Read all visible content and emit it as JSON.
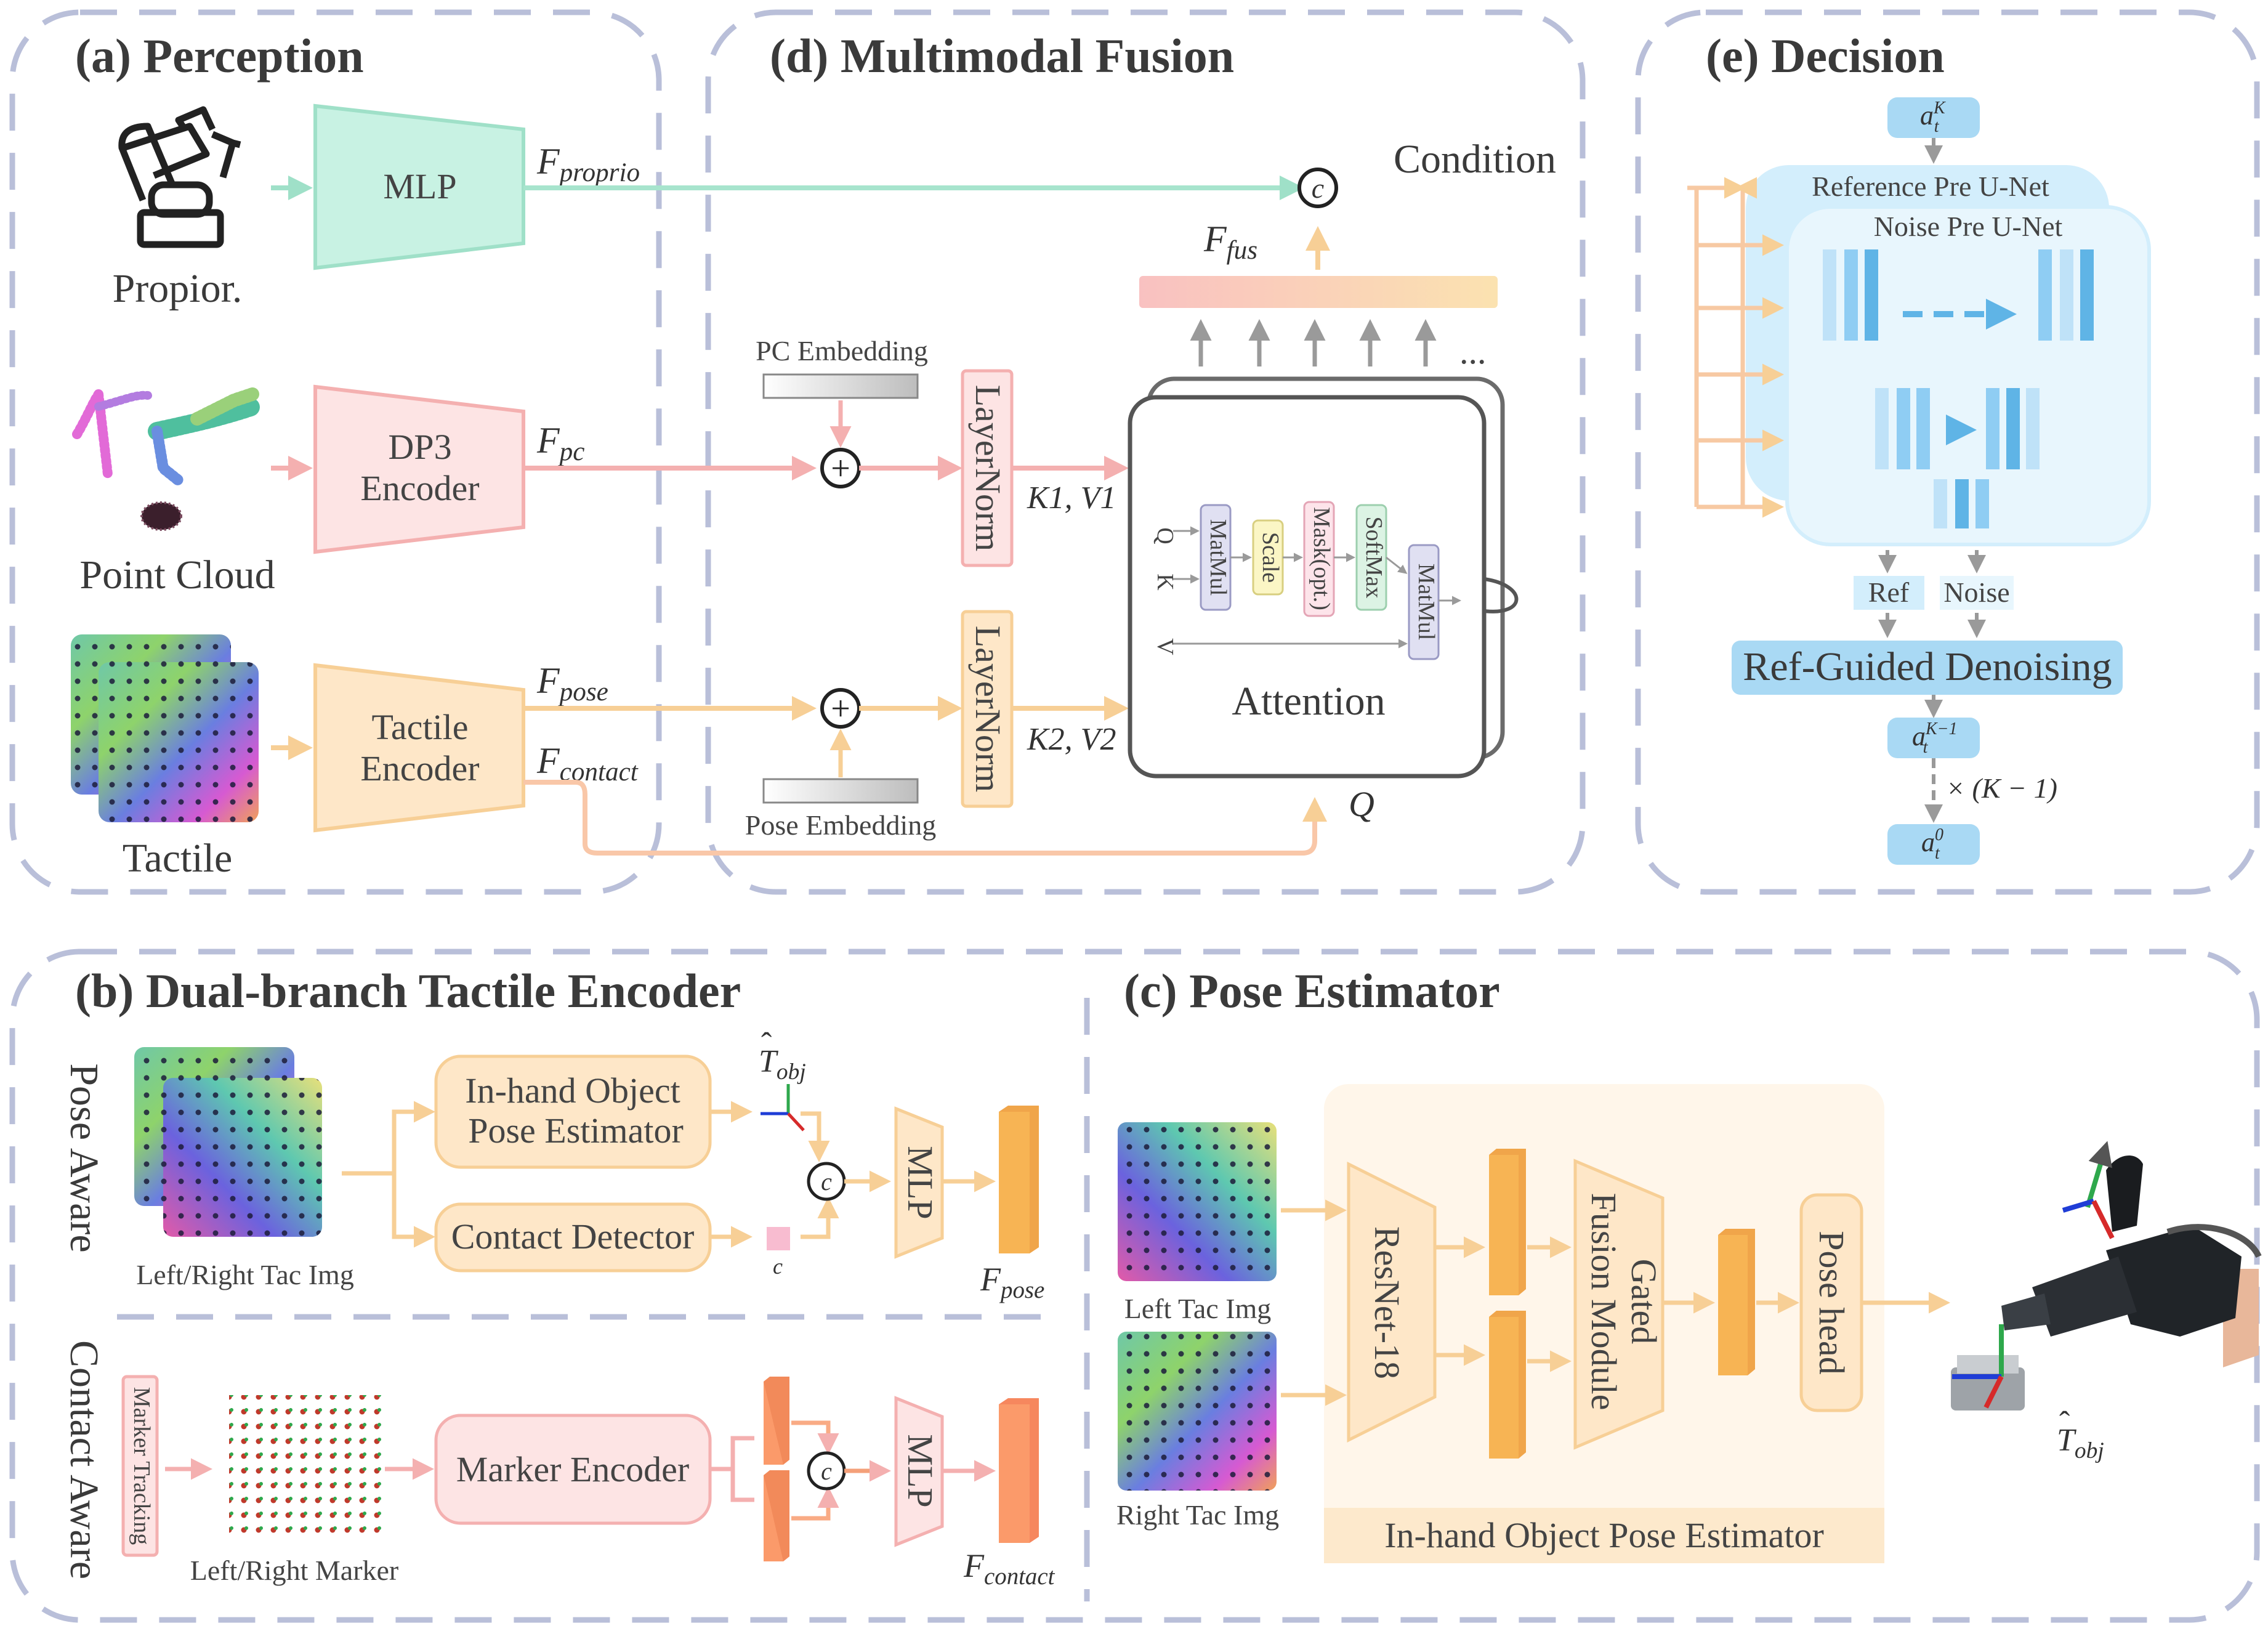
{
  "perception": {
    "title": "(a) Perception",
    "proprio_label": "Propior.",
    "pc_label": "Point Cloud",
    "tactile_label": "Tactile",
    "mlp": "MLP",
    "dp3_line1": "DP3",
    "dp3_line2": "Encoder",
    "tac_line1": "Tactile",
    "tac_line2": "Encoder",
    "f_proprio": "F",
    "f_proprio_sub": "proprio",
    "f_pc": "F",
    "f_pc_sub": "pc",
    "f_pose": "F",
    "f_pose_sub": "pose",
    "f_contact": "F",
    "f_contact_sub": "contact"
  },
  "fusion": {
    "title": "(d) Multimodal Fusion",
    "condition": "Condition",
    "concat_symbol": "c",
    "plus_symbol": "+",
    "f_fus": "F",
    "f_fus_sub": "fus",
    "pc_embedding": "PC Embedding",
    "pose_embedding": "Pose Embedding",
    "layernorm": "LayerNorm",
    "k1v1": "K1, V1",
    "k2v2": "K2, V2",
    "q": "Q",
    "ellipsis": "...",
    "attention": "Attention",
    "attn_blocks": [
      "MatMul",
      "Scale",
      "Mask(opt.)",
      "SoftMax",
      "MatMul"
    ],
    "attn_q": "Q",
    "attn_k": "K",
    "attn_v": "V"
  },
  "decision": {
    "title": "(e) Decision",
    "a_top": "a",
    "a_top_sup": "K",
    "ref_unet": "Reference Pre U-Net",
    "noise_unet": "Noise Pre U-Net",
    "ref": "Ref",
    "noise": "Noise",
    "denoise": "Ref-Guided Denoising",
    "a_mid": "a",
    "a_mid_sup": "K−1",
    "repeat": "× (K − 1)",
    "a_bot": "a",
    "a_bot_sup": "0",
    "a_sub": "t"
  },
  "dual": {
    "title": "(b) Dual-branch Tactile Encoder",
    "pose_aware": "Pose Aware",
    "contact_aware": "Contact Aware",
    "lr_tac_img": "Left/Right Tac Img",
    "inhand_line1": "In-hand Object",
    "inhand_line2": "Pose Estimator",
    "contact_detector": "Contact Detector",
    "t_obj": "T",
    "t_obj_sub": "obj",
    "c_label": "c",
    "mlp": "MLP",
    "f_pose": "F",
    "f_pose_sub": "pose",
    "marker_tracking": "Marker Tracking",
    "lr_marker": "Left/Right Marker",
    "marker_encoder": "Marker Encoder",
    "f_contact": "F",
    "f_contact_sub": "contact"
  },
  "pose_est": {
    "title": "(c) Pose Estimator",
    "left_tac": "Left Tac Img",
    "right_tac": "Right Tac Img",
    "resnet": "ResNet-18",
    "gated_line1": "Gated",
    "gated_line2": "Fusion Module",
    "pose_head": "Pose head",
    "panel_label": "In-hand Object Pose Estimator",
    "t_obj": "T",
    "t_obj_sub": "obj"
  },
  "colors": {
    "dash_border": "#b9bfd9",
    "mlp_green": "#bfeedd",
    "pink": "#fde0e0",
    "orange": "#fde2bd",
    "arrow_green": "#9fe0c8",
    "arrow_pink": "#f4b0b0",
    "arrow_orange": "#f7cf96",
    "blue_light": "#d3eefc",
    "blue_box": "#a9d9f4"
  }
}
